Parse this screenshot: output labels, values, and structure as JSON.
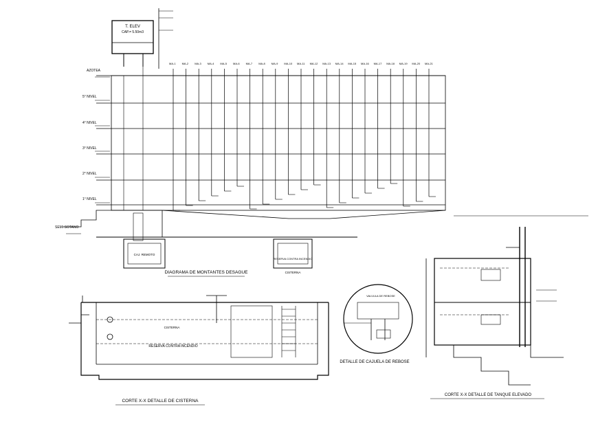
{
  "drawing": {
    "tank": {
      "title": "T. ELEV",
      "capacity": "CAP.= 5.50m3"
    },
    "levels": [
      "AZOTEA",
      "5° NIVEL",
      "4° NIVEL",
      "3° NIVEL",
      "2° NIVEL",
      "1° NIVEL",
      "SEMI SOTANO"
    ],
    "cisterna_left_label": "CAJ. REMOTO",
    "cisterna_right_label": "RESERVA CONTRA INCENDIO",
    "cisterna_note": "CISTERNA",
    "riser_labels": [
      "MA-1",
      "MA-2",
      "MA-3",
      "MA-4",
      "MA-5",
      "MA-6",
      "MA-7",
      "MA-8",
      "MA-9",
      "MA-10",
      "MA-11",
      "MA-12",
      "MA-13",
      "MA-14",
      "MA-15",
      "MA-16",
      "MA-17",
      "MA-18",
      "MA-19",
      "MA-20",
      "MA-21"
    ],
    "diagram_title": "DIAGRAMA DE MONTANTES DESAGUE",
    "section_cisterna": {
      "cisterna_text": "CISTERNA",
      "reserve_text": "RESERVA CONTRA INCENDIO",
      "title": "CORTE X-X DETALLE DE CISTERNA"
    },
    "detail_circle": {
      "label": "VALVULA DE REBOSE",
      "title": "DETALLE DE CAJUELA DE REBOSE"
    },
    "section_tank": {
      "title": "CORTE X-X DETALLE DE TANQUE ELEVADO"
    }
  }
}
